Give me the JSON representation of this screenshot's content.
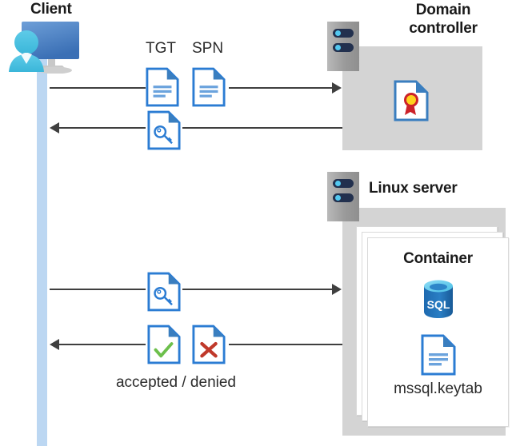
{
  "diagram": {
    "type": "sequence-architecture-diagram",
    "topic": "Kerberos authentication for SQL Server container on Linux"
  },
  "actors": {
    "client": {
      "label": "Client",
      "icon": "user-monitor-icon",
      "lifeline_color": "#bcd7f2"
    },
    "domain_controller": {
      "label_line1": "Domain",
      "label_line2": "controller",
      "server_icon": "server-rack-icon",
      "contents": [
        {
          "icon": "certificate-document-icon",
          "label": ""
        }
      ],
      "box_color": "#d4d4d4"
    },
    "linux_server": {
      "label": "Linux server",
      "server_icon": "server-rack-icon",
      "box_color": "#d4d4d4",
      "container": {
        "label": "Container",
        "stack_count": 3,
        "items": [
          {
            "icon": "sql-database-icon",
            "label": "SQL"
          },
          {
            "icon": "keytab-document-icon",
            "label": "mssql.keytab"
          }
        ]
      }
    }
  },
  "messages": [
    {
      "id": "msg-1",
      "direction": "client-to-dc",
      "icons": [
        {
          "icon": "tgt-document-icon",
          "label": "TGT"
        },
        {
          "icon": "spn-document-icon",
          "label": "SPN"
        }
      ],
      "caption": ""
    },
    {
      "id": "msg-2",
      "direction": "dc-to-client",
      "icons": [
        {
          "icon": "key-document-icon",
          "label": ""
        }
      ],
      "caption": ""
    },
    {
      "id": "msg-3",
      "direction": "client-to-linux",
      "icons": [
        {
          "icon": "key-document-icon",
          "label": ""
        }
      ],
      "caption": ""
    },
    {
      "id": "msg-4",
      "direction": "linux-to-client",
      "icons": [
        {
          "icon": "accepted-check-document-icon",
          "label": ""
        },
        {
          "icon": "denied-cross-document-icon",
          "label": ""
        }
      ],
      "caption": "accepted / denied"
    }
  ],
  "labels": {
    "tgt": "TGT",
    "spn": "SPN",
    "accepted_denied": "accepted / denied",
    "client": "Client",
    "domain_line1": "Domain",
    "domain_line2": "controller",
    "linux_server": "Linux server",
    "container": "Container",
    "keytab": "mssql.keytab",
    "sql": "SQL"
  },
  "colors": {
    "accent_blue": "#2b7cd3",
    "doc_blue": "#3a7ebf",
    "lifeline": "#bcd7f2",
    "gray_box": "#d4d4d4",
    "arrow": "#3f3f3f",
    "check_green": "#6cbf4b",
    "cross_red": "#c0392b",
    "cert_gold": "#ffd21e",
    "cert_red": "#cc2229",
    "sql_blue": "#1f6bb0"
  }
}
